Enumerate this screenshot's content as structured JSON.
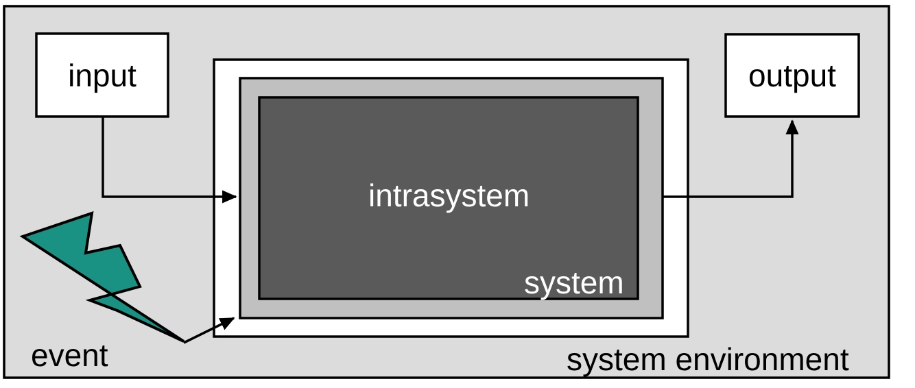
{
  "diagram": {
    "title": "System environment block diagram",
    "type": "nested-block-diagram",
    "colors": {
      "environment_fill": "#dcdcdc",
      "outer_system_fill": "#ffffff",
      "mid_system_fill": "#c0c0c0",
      "inner_system_fill": "#5a5a5a",
      "box_fill": "#ffffff",
      "stroke": "#000000",
      "event_fill": "#199283",
      "label_light": "#ffffff",
      "label_dark": "#000000"
    },
    "nodes": {
      "input_box": {
        "label": "input"
      },
      "output_box": {
        "label": "output"
      },
      "inner_system": {
        "label": "intrasystem"
      },
      "system": {
        "label": "system"
      },
      "environment": {
        "label": "system environment"
      },
      "event": {
        "label": "event"
      }
    },
    "edges": [
      {
        "name": "input-to-system",
        "from": "input",
        "to": "system",
        "arrowhead": "to"
      },
      {
        "name": "system-to-output",
        "from": "system",
        "to": "output",
        "arrowhead": "to"
      },
      {
        "name": "event-to-system",
        "from": "event",
        "to": "system",
        "arrowhead": "to"
      }
    ]
  }
}
